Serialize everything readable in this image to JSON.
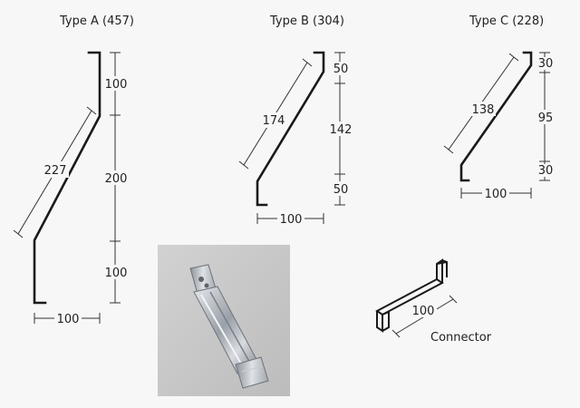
{
  "types": {
    "a": {
      "title": "Type  A  (457)",
      "diagonal": "227",
      "segments": [
        "100",
        "200",
        "100"
      ],
      "width": "100"
    },
    "b": {
      "title": "Type  B  (304)",
      "diagonal": "174",
      "segments": [
        "50",
        "142",
        "50"
      ],
      "width": "100"
    },
    "c": {
      "title": "Type  C  (228)",
      "diagonal": "138",
      "segments": [
        "30",
        "95",
        "30"
      ],
      "width": "100"
    }
  },
  "connector": {
    "label": "Connector",
    "length": "100"
  },
  "photo": {
    "subject": "galvanised metal connector bracket"
  },
  "colors": {
    "background": "#f7f7f7",
    "line": "#1a1a1a",
    "photo_background": "#c9c9c9",
    "metal": "#b8bcc2"
  }
}
